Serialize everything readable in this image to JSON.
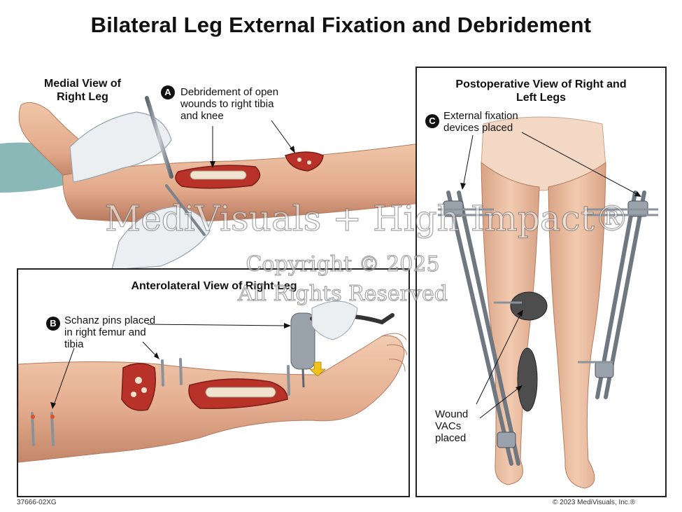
{
  "title": "Bilateral Leg External Fixation and Debridement",
  "panel_a": {
    "heading": "Medial View of Right Leg",
    "badge": "A",
    "callout": "Debridement of open wounds to right tibia and knee"
  },
  "panel_b": {
    "heading": "Anterolateral View of Right Leg",
    "badge": "B",
    "callout": "Schanz pins placed in right femur and tibia"
  },
  "panel_c": {
    "heading": "Postoperative View of Right and Left Legs",
    "badge": "C",
    "callout_fixation": "External fixation devices  placed",
    "callout_vacs": "Wound VACs placed"
  },
  "watermark": {
    "line1": "MediVisuals + High Impact®",
    "line2": "Copyright © 2025",
    "line3": "All Rights Reserved"
  },
  "footer": {
    "id": "37666-02XG",
    "copyright": "© 2023 MediVisuals, Inc.®"
  },
  "colors": {
    "skin": "#e9b89a",
    "skin_shadow": "#c98c70",
    "wound": "#b8322a",
    "bone": "#efe3cf",
    "glove": "#eceff2",
    "gown": "#8ab8b6",
    "metal": "#8a929c",
    "vac": "#4d4d4d",
    "arrow": "#f2c21a"
  }
}
